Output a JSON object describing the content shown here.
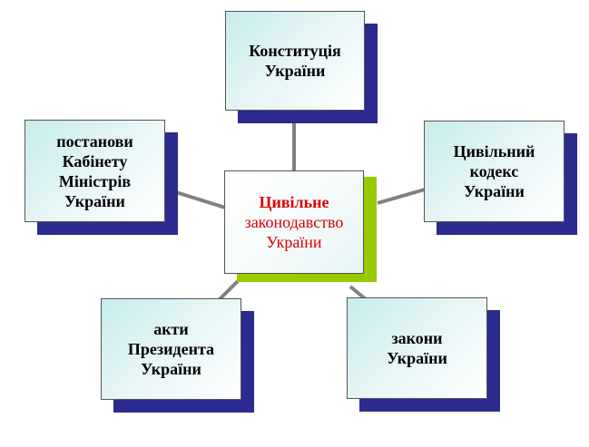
{
  "center": {
    "line1": "Цивільне",
    "line2": "законодавство\nУкраїни"
  },
  "nodes": {
    "constitution": "Конституція\nУкраїни",
    "civil_code": "Цивільний\nкодекс\nУкраїни",
    "laws": "закони\nУкраїни",
    "president_acts": "акти\nПрезидента\nУкраїни",
    "cabinet_resolutions": "постанови\nКабінету\nМіністрів\nУкраїни"
  },
  "colors": {
    "shadow": "#2b2b8f",
    "center_shadow": "#99cc00",
    "center_text": "#dd0000",
    "connector": "#808080"
  }
}
